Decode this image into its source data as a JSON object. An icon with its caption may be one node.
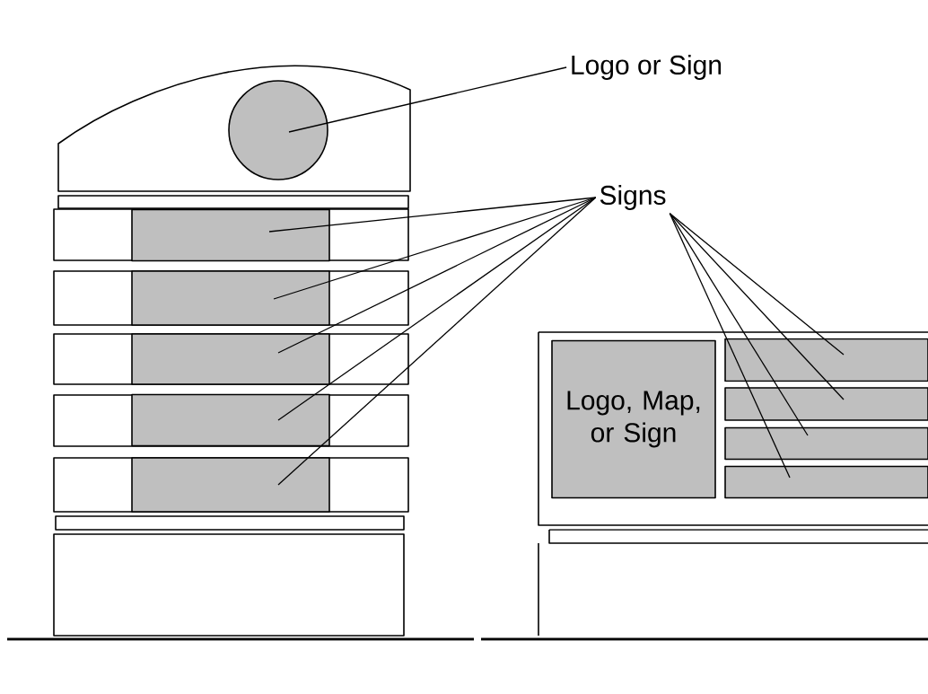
{
  "diagram": {
    "nodes": [
      {
        "text": [
          "Logo or Sign"
        ]
      },
      {
        "text": [],
        "shape": "circle"
      },
      {
        "text": [
          "Signs"
        ]
      },
      {
        "text": [],
        "shape": "box"
      },
      {
        "text": [],
        "shape": "box"
      },
      {
        "text": [],
        "shape": "box"
      },
      {
        "text": [],
        "shape": "box"
      },
      {
        "text": [],
        "shape": "box"
      },
      {
        "text": [
          "Logo, Map, or Sign"
        ]
      },
      {
        "text": [],
        "shape": "box"
      },
      {
        "text": [],
        "shape": "box"
      },
      {
        "text": [],
        "shape": "box"
      },
      {
        "text": [],
        "shape": "box"
      }
    ],
    "edges": [
      {
        "from": 0,
        "to": 1,
        "arrow": "none"
      },
      {
        "from": 2,
        "to": 3,
        "arrow": "none"
      },
      {
        "from": 2,
        "to": 4,
        "arrow": "none"
      },
      {
        "from": 2,
        "to": 5,
        "arrow": "none"
      },
      {
        "from": 2,
        "to": 6,
        "arrow": "none"
      },
      {
        "from": 2,
        "to": 7,
        "arrow": "none"
      },
      {
        "from": 2,
        "to": 9,
        "arrow": "none"
      },
      {
        "from": 2,
        "to": 10,
        "arrow": "none"
      },
      {
        "from": 2,
        "to": 11,
        "arrow": "none"
      },
      {
        "from": 2,
        "to": 12,
        "arrow": "none"
      }
    ]
  }
}
